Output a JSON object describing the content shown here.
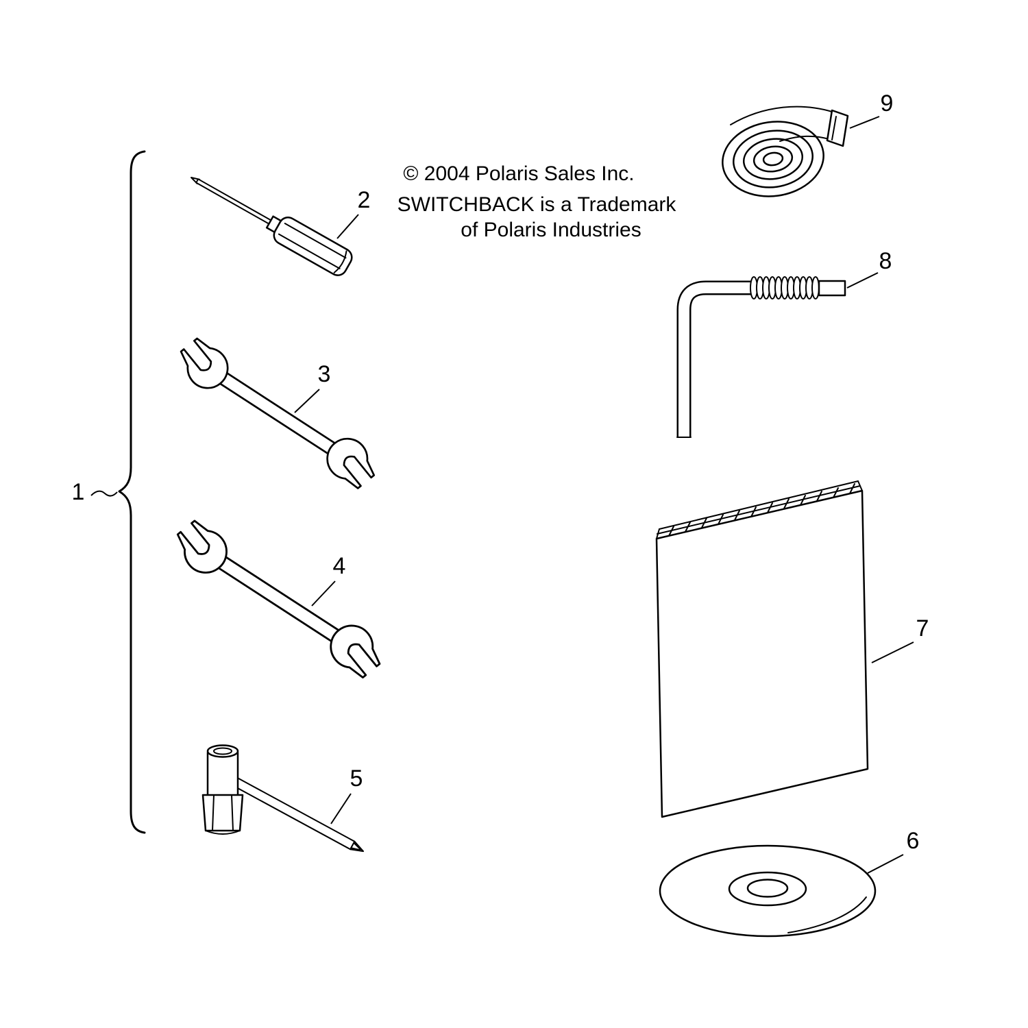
{
  "diagram": {
    "background_color": "#ffffff",
    "line_color": "#000000",
    "copyright": {
      "line1": "© 2004 Polaris Sales Inc.",
      "line2": "SWITCHBACK is a Trademark",
      "line3": "of Polaris Industries"
    },
    "callouts": {
      "group_bracket": "1",
      "screwdriver": "2",
      "wrench_small": "3",
      "wrench_large": "4",
      "spark_plug_wrench": "5",
      "cd": "6",
      "manual": "7",
      "hex_wrench": "8",
      "strap": "9"
    }
  }
}
